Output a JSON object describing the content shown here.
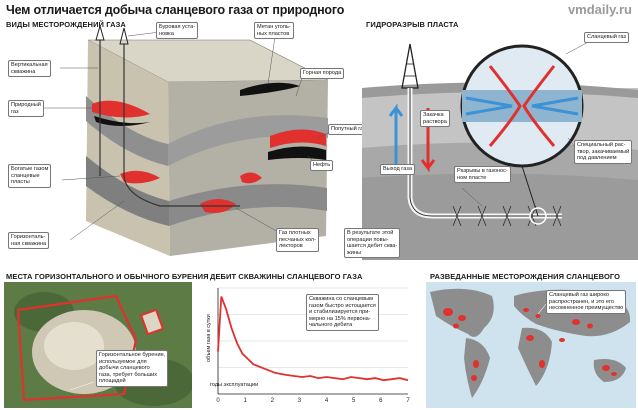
{
  "header": {
    "title": "Чем отличается добыча сланцевого газа от природного",
    "watermark": "vmdaily.ru"
  },
  "sections": {
    "deposits": "ВИДЫ МЕСТОРОЖДЕНИЙ ГАЗА",
    "fracking": "ГИДРОРАЗРЫВ ПЛАСТА",
    "drilling_sites": "МЕСТА ГОРИЗОНТАЛЬНОГО И ОБЫЧНОГО БУРЕНИЯ",
    "debit": "ДЕБИТ СКВАЖИНЫ СЛАНЦЕВОГО ГАЗА",
    "explored": "РАЗВЕДАННЫЕ МЕСТОРОЖДЕНИЯ СЛАНЦЕВОГО ГАЗА"
  },
  "deposit_labels": {
    "drilling_rig": "Буровая уста-\nновка",
    "coalbed_methane": "Метан уголь-\nных пластов",
    "vertical_well": "Вертикальная\nскважина",
    "natural_gas": "Природный\nгаз",
    "rock": "Горная порода",
    "associated_gas": "Попутный газ",
    "oil": "Нефть",
    "shale_layers": "Богатые газом\nсланцевые\nпласты",
    "horizontal_well": "Горизонталь-\nная скважина",
    "tight_sand_gas": "Газ плотных\nпесчаных кол-\nлекторов"
  },
  "fracking_labels": {
    "shale_gas": "Сланцевый газ",
    "solution_pumping": "Закачка\nраствора",
    "gas_outlet": "Выход газа",
    "gas_fractures": "Разрывы в газонос-\nном пласте",
    "special_solution": "Специальный рас-\nтвор, закачиваемый\nпод давлением",
    "result": "В результате этой\nоперации повы-\nшается дебит сква-\nжины"
  },
  "drilling_labels": {
    "horizontal_drilling": "Горизонтальное бурение,\nиспользуемое для\nдобычи сланцевого\nгаза, требует больших\nплощадей"
  },
  "chart_data": {
    "type": "line",
    "title": "ДЕБИТ СКВАЖИНЫ СЛАНЦЕВОГО ГАЗА",
    "ylabel": "объем газа в сутки",
    "xlabel": "годы эксплуатации",
    "x_ticks": [
      0,
      1,
      2,
      3,
      4,
      5,
      6,
      7
    ],
    "xlim": [
      0,
      7
    ],
    "ylim": [
      0,
      100
    ],
    "annotation": "Скважина со сланцевым\nгазом быстро истощается\nи стабилизируется при-\nмерно на 15% первона-\nчального дебита",
    "series": [
      {
        "color": "#e0312f",
        "x": [
          0,
          0.12,
          0.3,
          0.5,
          0.7,
          0.9,
          1.1,
          1.3,
          1.5,
          1.7,
          1.9,
          2.1,
          2.3,
          2.5,
          2.8,
          3.1,
          3.4,
          3.7,
          4.0,
          4.3,
          4.6,
          4.9,
          5.2,
          5.5,
          5.8,
          6.1,
          6.4,
          6.7,
          7.0
        ],
        "y": [
          40,
          92,
          80,
          62,
          48,
          38,
          33,
          28,
          26,
          24,
          22,
          20,
          19,
          18,
          17,
          16,
          17,
          15,
          16,
          15,
          14,
          16,
          15,
          14,
          15,
          13,
          14,
          15,
          13
        ]
      }
    ]
  },
  "map_labels": {
    "callout": "Сланцевый газ широко\nраспространен, и это его\nнесомненное преимущество"
  },
  "colors": {
    "gas_red": "#e0312f",
    "fluid_blue": "#3b92d6",
    "rock_gray": "#b9b9b9",
    "map_land": "#8d8d8d",
    "map_water": "#cfe3ef"
  }
}
